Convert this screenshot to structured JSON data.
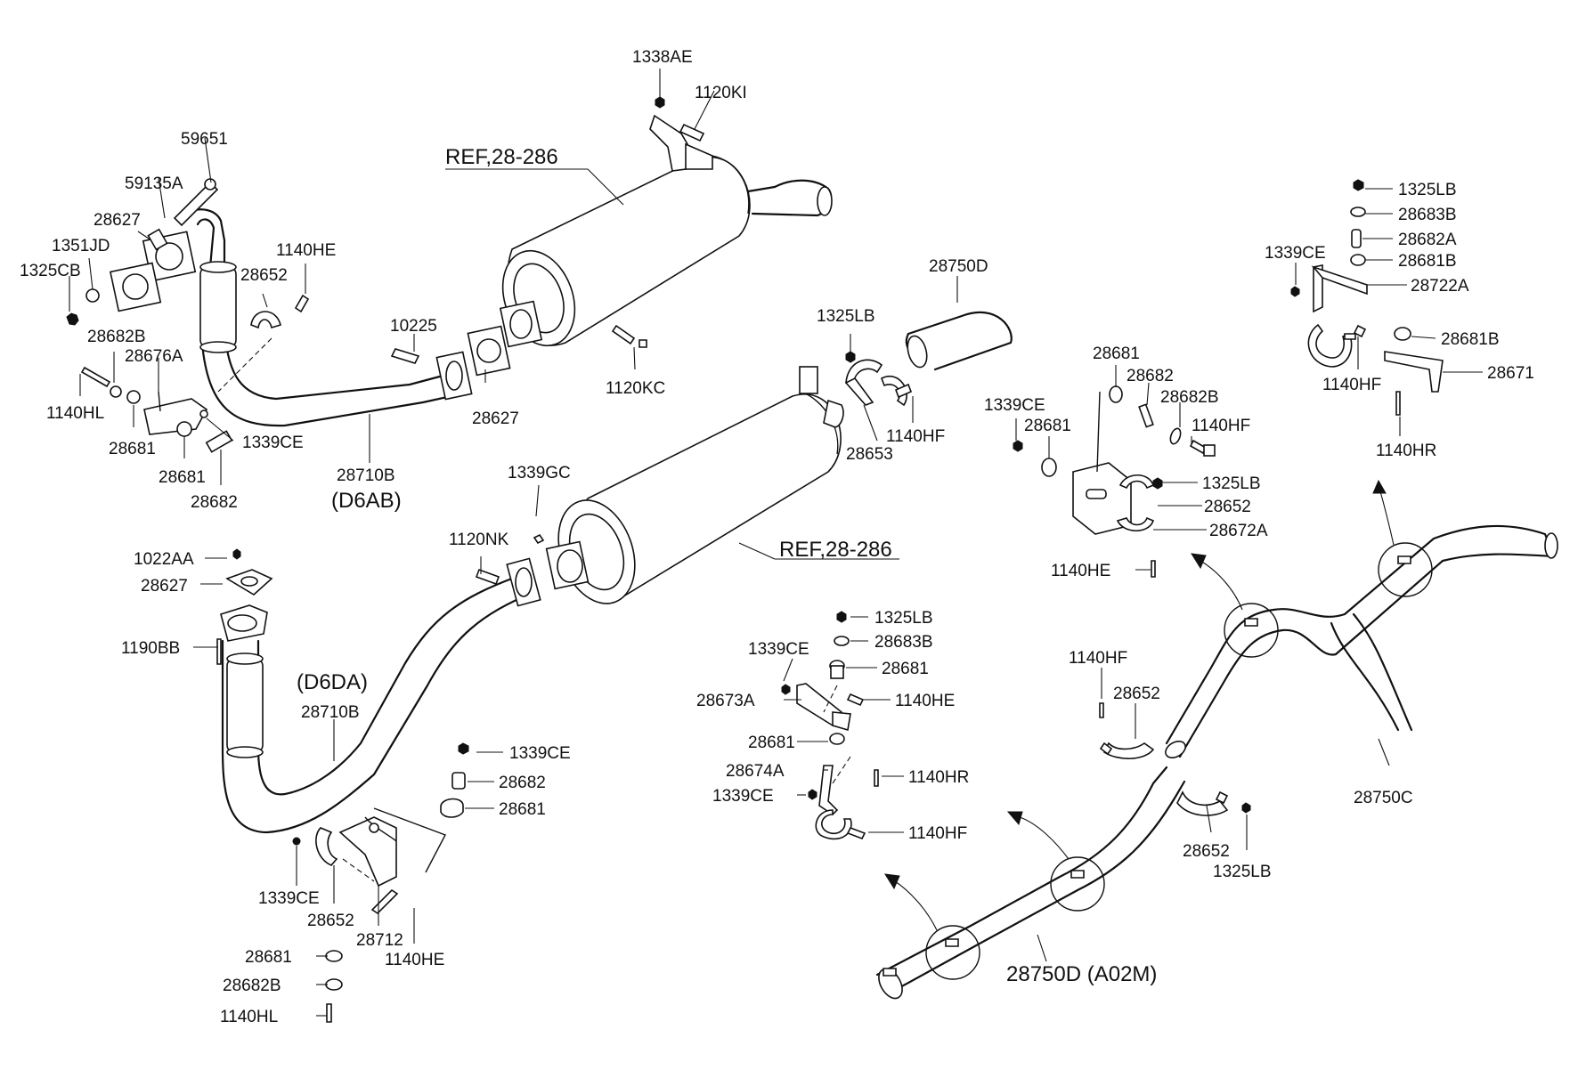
{
  "labels": {
    "l_1338AE": "1338AE",
    "l_1120KI": "1120KI",
    "l_59651": "59651",
    "l_59135A": "59135A",
    "l_28627_a": "28627",
    "l_1351JD": "1351JD",
    "l_1325CB": "1325CB",
    "l_1140HE_a": "1140HE",
    "l_28652_a": "28652",
    "l_ref_top": "REF,28-286",
    "l_10225": "10225",
    "l_28627_b": "28627",
    "l_1120KC": "1120KC",
    "l_28682B_a": "28682B",
    "l_28676A": "28676A",
    "l_1140HL_a": "1140HL",
    "l_28681_a": "28681",
    "l_1339CE_a": "1339CE",
    "l_28681_b": "28681",
    "l_28710B_a": "28710B",
    "l_D6AB": "(D6AB)",
    "l_28682_a": "28682",
    "l_1339GC": "1339GC",
    "l_1120NK": "1120NK",
    "l_ref_mid": "REF,28-286",
    "l_1022AA": "1022AA",
    "l_28627_c": "28627",
    "l_1190BB": "1190BB",
    "l_D6DA": "(D6DA)",
    "l_28710B_b": "28710B",
    "l_1339CE_b": "1339CE",
    "l_28682_b": "28682",
    "l_28681_c": "28681",
    "l_1339CE_c": "1339CE",
    "l_28652_b": "28652",
    "l_28712": "28712",
    "l_1140HE_b": "1140HE",
    "l_28681_d": "28681",
    "l_28682B_b": "28682B",
    "l_1140HL_b": "1140HL",
    "l_28750D_a": "28750D",
    "l_1325LB_a": "1325LB",
    "l_28653": "28653",
    "l_1140HF_a": "1140HF",
    "l_28681_e": "28681",
    "l_28682_c": "28682",
    "l_28682B_c": "28682B",
    "l_1339CE_d": "1339CE",
    "l_28681_f": "28681",
    "l_1140HF_b": "1140HF",
    "l_1325LB_b": "1325LB",
    "l_28652_c": "28652",
    "l_28672A": "28672A",
    "l_1140HE_c": "1140HE",
    "l_1325LB_c": "1325LB",
    "l_28683B_a": "28683B",
    "l_28682A": "28682A",
    "l_28681B_a": "28681B",
    "l_1339CE_e": "1339CE",
    "l_28722A": "28722A",
    "l_28681B_b": "28681B",
    "l_1140HF_c": "1140HF",
    "l_28671": "28671",
    "l_1140HR_a": "1140HR",
    "l_1325LB_d": "1325LB",
    "l_28683B_b": "28683B",
    "l_1339CE_f": "1339CE",
    "l_28681_g": "28681",
    "l_28673A": "28673A",
    "l_1140HE_d": "1140HE",
    "l_28681_h": "28681",
    "l_28674A": "28674A",
    "l_1140HR_b": "1140HR",
    "l_1339CE_g": "1339CE",
    "l_1140HF_d": "1140HF",
    "l_1140HF_e": "1140HF",
    "l_28652_d": "28652",
    "l_28652_e": "28652",
    "l_1325LB_e": "1325LB",
    "l_28750C": "28750C",
    "l_28750D_b": "28750D (A02M)"
  }
}
